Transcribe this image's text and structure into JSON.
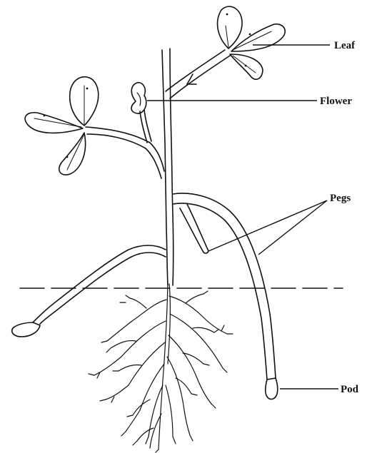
{
  "diagram": {
    "labels": {
      "leaf": "Leaf",
      "flower": "Flower",
      "pegs": "Pegs",
      "pod": "Pod"
    }
  }
}
